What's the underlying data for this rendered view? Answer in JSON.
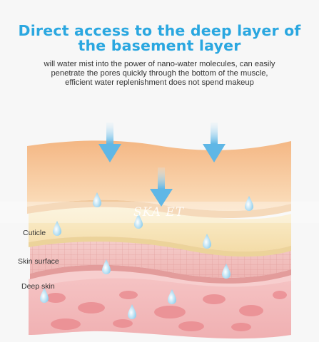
{
  "headline": {
    "line1": "Direct access to the deep layer of",
    "line2": "the basement layer"
  },
  "description": {
    "line1": "will water mist into the power of nano-water molecules, can easily",
    "line2": "penetrate the pores quickly through the bottom of the muscle,",
    "line3": "efficient water replenishment does not spend makeup"
  },
  "labels": {
    "cuticle": "Cuticle",
    "skin_surface": "Skin surface",
    "deep_skin": "Deep skin"
  },
  "watermark": "SKA ET",
  "colors": {
    "title": "#2aa7e0",
    "top_layer": "#f6c592",
    "cuticle": "#f8e8bd",
    "skin_surface": "#f1c2c0",
    "deep_skin": "#f3a9ab",
    "arrow": "#7fc7ea",
    "droplet": "#9fd6f2"
  }
}
